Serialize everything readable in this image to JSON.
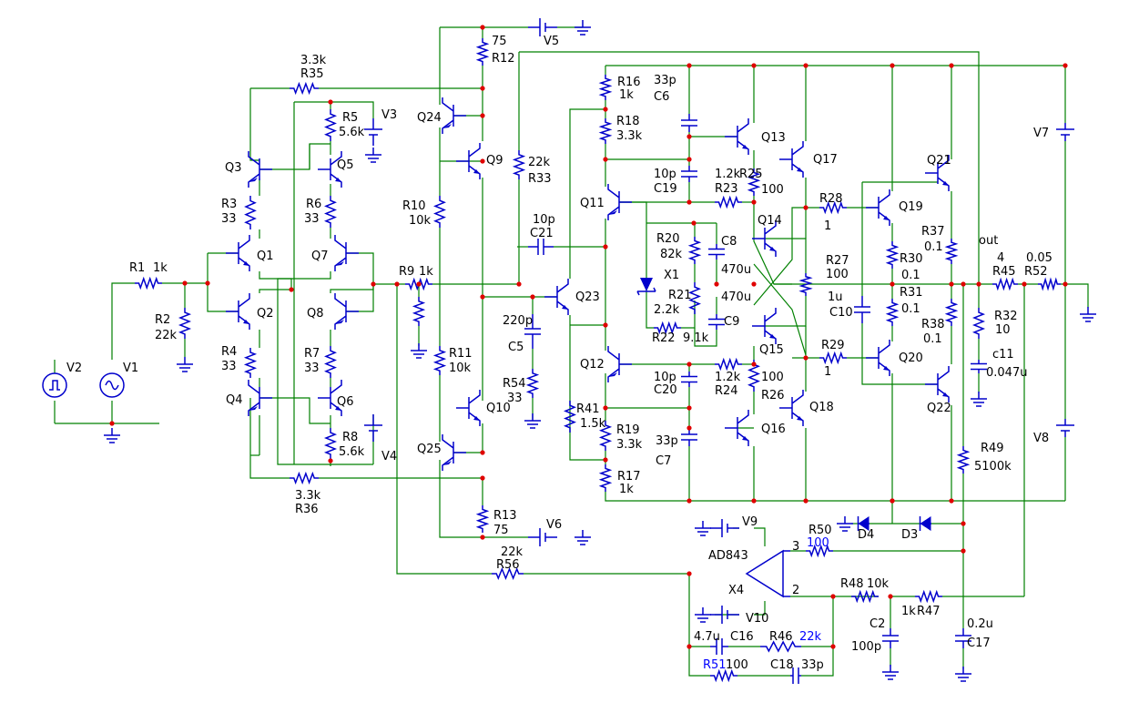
{
  "labels": [
    {
      "t": "V2"
    },
    {
      "t": "V1"
    },
    {
      "t": "R1"
    },
    {
      "t": "1k"
    },
    {
      "t": "R2"
    },
    {
      "t": "22k"
    },
    {
      "t": "3.3k"
    },
    {
      "t": "R35"
    },
    {
      "t": "Q3"
    },
    {
      "t": "R3"
    },
    {
      "t": "33"
    },
    {
      "t": "Q1"
    },
    {
      "t": "Q2"
    },
    {
      "t": "R4"
    },
    {
      "t": "33"
    },
    {
      "t": "Q4"
    },
    {
      "t": "3.3k"
    },
    {
      "t": "R36"
    },
    {
      "t": "R5"
    },
    {
      "t": "5.6k"
    },
    {
      "t": "V3"
    },
    {
      "t": "Q5"
    },
    {
      "t": "R6"
    },
    {
      "t": "33"
    },
    {
      "t": "Q7"
    },
    {
      "t": "Q8"
    },
    {
      "t": "R7"
    },
    {
      "t": "33"
    },
    {
      "t": "Q6"
    },
    {
      "t": "R8"
    },
    {
      "t": "5.6k"
    },
    {
      "t": "V4"
    },
    {
      "t": "R9"
    },
    {
      "t": "1k"
    },
    {
      "t": "75"
    },
    {
      "t": "R12"
    },
    {
      "t": "V5"
    },
    {
      "t": "Q24"
    },
    {
      "t": "Q9"
    },
    {
      "t": "R10"
    },
    {
      "t": "10k"
    },
    {
      "t": "R11"
    },
    {
      "t": "10k"
    },
    {
      "t": "Q10"
    },
    {
      "t": "Q25"
    },
    {
      "t": "R13"
    },
    {
      "t": "75"
    },
    {
      "t": "V6"
    },
    {
      "t": "22k"
    },
    {
      "t": "R56"
    },
    {
      "t": "22k"
    },
    {
      "t": "R33"
    },
    {
      "t": "10p"
    },
    {
      "t": "C21"
    },
    {
      "t": "Q23"
    },
    {
      "t": "220p"
    },
    {
      "t": "C5"
    },
    {
      "t": "R54"
    },
    {
      "t": "33"
    },
    {
      "t": "R16"
    },
    {
      "t": "1k"
    },
    {
      "t": "R18"
    },
    {
      "t": "3.3k"
    },
    {
      "t": "Q11"
    },
    {
      "t": "Q12"
    },
    {
      "t": "R41"
    },
    {
      "t": "1.5k"
    },
    {
      "t": "R19"
    },
    {
      "t": "3.3k"
    },
    {
      "t": "R17"
    },
    {
      "t": "1k"
    },
    {
      "t": "33p"
    },
    {
      "t": "C6"
    },
    {
      "t": "10p"
    },
    {
      "t": "C19"
    },
    {
      "t": "R20"
    },
    {
      "t": "82k"
    },
    {
      "t": "X1"
    },
    {
      "t": "R21"
    },
    {
      "t": "2.2k"
    },
    {
      "t": "R22"
    },
    {
      "t": "9.1k"
    },
    {
      "t": "10p"
    },
    {
      "t": "C20"
    },
    {
      "t": "33p"
    },
    {
      "t": "C7"
    },
    {
      "t": "Q13"
    },
    {
      "t": "1.2k"
    },
    {
      "t": "R23"
    },
    {
      "t": "R25"
    },
    {
      "t": "100"
    },
    {
      "t": "Q14"
    },
    {
      "t": "C8"
    },
    {
      "t": "470u"
    },
    {
      "t": "470u"
    },
    {
      "t": "C9"
    },
    {
      "t": "Q15"
    },
    {
      "t": "1.2k"
    },
    {
      "t": "R24"
    },
    {
      "t": "100"
    },
    {
      "t": "R26"
    },
    {
      "t": "Q16"
    },
    {
      "t": "Q17"
    },
    {
      "t": "Q18"
    },
    {
      "t": "R28"
    },
    {
      "t": "1"
    },
    {
      "t": "R27"
    },
    {
      "t": "100"
    },
    {
      "t": "1u"
    },
    {
      "t": "C10"
    },
    {
      "t": "R29"
    },
    {
      "t": "1"
    },
    {
      "t": "Q19"
    },
    {
      "t": "Q20"
    },
    {
      "t": "R30"
    },
    {
      "t": "0.1"
    },
    {
      "t": "R31"
    },
    {
      "t": "0.1"
    },
    {
      "t": "Q21"
    },
    {
      "t": "Q22"
    },
    {
      "t": "R37"
    },
    {
      "t": "0.1"
    },
    {
      "t": "R38"
    },
    {
      "t": "0.1"
    },
    {
      "t": "V7"
    },
    {
      "t": "V8"
    },
    {
      "t": "out"
    },
    {
      "t": "4"
    },
    {
      "t": "R45"
    },
    {
      "t": "0.05"
    },
    {
      "t": "R52"
    },
    {
      "t": "R32"
    },
    {
      "t": "10"
    },
    {
      "t": "c11"
    },
    {
      "t": "0.047u"
    },
    {
      "t": "R49"
    },
    {
      "t": "5100k"
    },
    {
      "t": "D4"
    },
    {
      "t": "D3"
    },
    {
      "t": "V9"
    },
    {
      "t": "AD843"
    },
    {
      "t": "3"
    },
    {
      "t": "2"
    },
    {
      "t": "X4"
    },
    {
      "t": "V10"
    },
    {
      "t": "R50"
    },
    {
      "t": "100"
    },
    {
      "t": "R48"
    },
    {
      "t": "10k"
    },
    {
      "t": "1k"
    },
    {
      "t": "R47"
    },
    {
      "t": "C2"
    },
    {
      "t": "100p"
    },
    {
      "t": "0.2u"
    },
    {
      "t": "C17"
    },
    {
      "t": "4.7u"
    },
    {
      "t": "C16"
    },
    {
      "t": "R46"
    },
    {
      "t": "22k"
    },
    {
      "t": "R51"
    },
    {
      "t": "100"
    },
    {
      "t": "C18"
    },
    {
      "t": "33p"
    }
  ]
}
